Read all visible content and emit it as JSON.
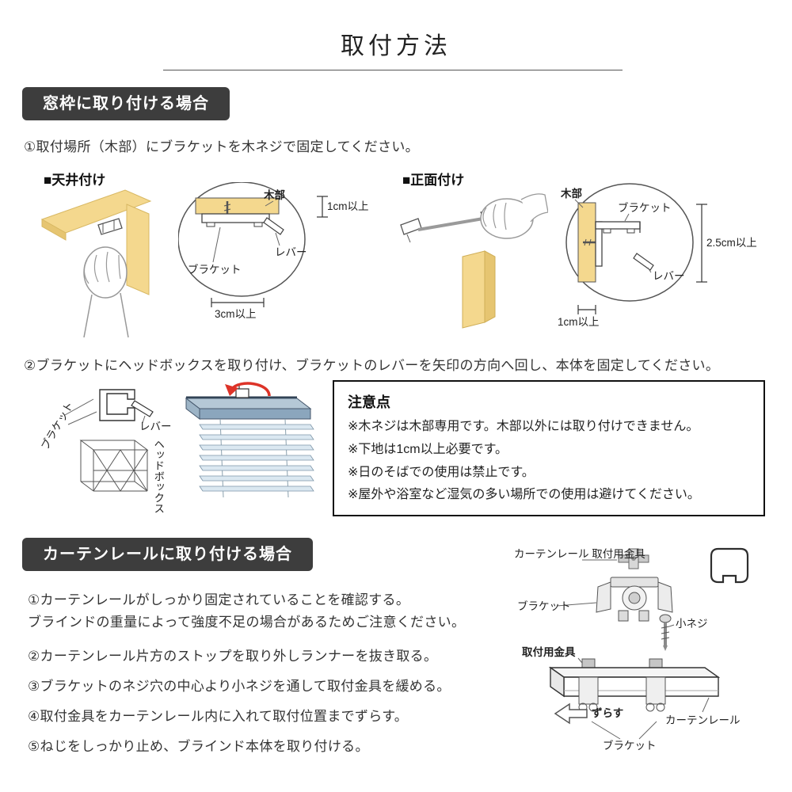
{
  "page": {
    "title": "取付方法"
  },
  "section_window": {
    "header": "窓枠に取り付ける場合",
    "step1": "①取付場所（木部）にブラケットを木ネジで固定してください。",
    "step2": "②ブラケットにヘッドボックスを取り付け、ブラケットのレバーを矢印の方向へ回し、本体を固定してください。",
    "fig_ceiling": {
      "title": "■天井付け",
      "wood": "木部",
      "lever": "レバー",
      "bracket": "ブラケット",
      "dim_depth": "1cm以上",
      "dim_width": "3cm以上"
    },
    "fig_front": {
      "title": "■正面付け",
      "wood": "木部",
      "bracket": "ブラケット",
      "lever": "レバー",
      "dim_height": "2.5cm以上",
      "dim_depth": "1cm以上"
    },
    "fig_headbox": {
      "bracket": "ブラケット",
      "lever": "レバー",
      "headbox": "ヘッドボックス"
    },
    "caution": {
      "title": "注意点",
      "items": [
        "※木ネジは木部専用です。木部以外には取り付けできません。",
        "※下地は1cm以上必要です。",
        "※日のそばでの使用は禁止です。",
        "※屋外や浴室など湿気の多い場所での使用は避けてください。"
      ]
    }
  },
  "section_rail": {
    "header": "カーテンレールに取り付ける場合",
    "steps": [
      "①カーテンレールがしっかり固定されていることを確認する。\nブラインドの重量によって強度不足の場合があるためご注意ください。",
      "②カーテンレール片方のストップを取り外しランナーを抜き取る。",
      "③ブラケットのネジ穴の中心より小ネジを通して取付金具を緩める。",
      "④取付金具をカーテンレール内に入れて取付位置までずらす。",
      "⑤ねじをしっかり止め、ブラインド本体を取り付ける。"
    ],
    "fig": {
      "rail_fitting_label": "カーテンレール\n取付用金具",
      "bracket_top": "ブラケット",
      "small_screw": "小ネジ",
      "fitting": "取付用金具",
      "slide": "ずらす",
      "rail": "カーテンレール",
      "bracket_bottom": "ブラケット"
    }
  },
  "colors": {
    "badge_bg": "#3d3d3d",
    "wood": "#f4d88e",
    "accent_red": "#dd3328",
    "headbox_blue": "#b5c8d6"
  }
}
